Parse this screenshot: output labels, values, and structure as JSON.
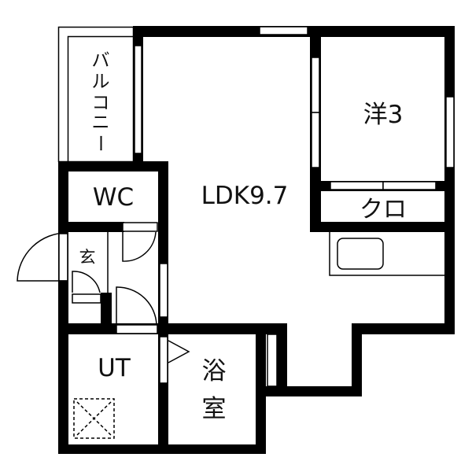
{
  "rooms": {
    "ldk": "LDK9.7",
    "western_room": "洋3",
    "closet": "クロ",
    "wc": "WC",
    "entrance": "玄",
    "utility": "UT",
    "bath_line1": "浴",
    "bath_line2": "室",
    "balcony_chars": [
      "バ",
      "ル",
      "コ",
      "ニ",
      "ー"
    ]
  },
  "colors": {
    "wall": "#000000",
    "background": "#ffffff"
  }
}
